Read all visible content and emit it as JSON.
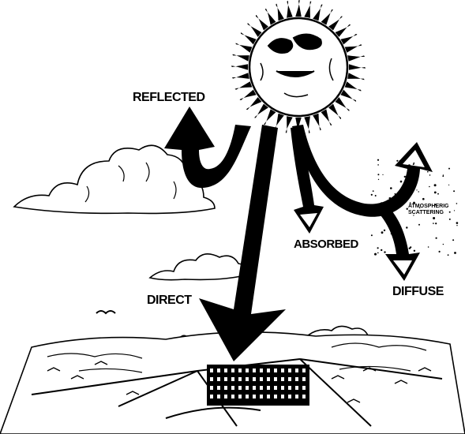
{
  "labels": {
    "reflected": "REFLECTED",
    "absorbed": "ABSORBED",
    "direct": "DIRECT",
    "diffuse": "DIFFUSE",
    "scattering_line1": "ATMOSPHERIC",
    "scattering_line2": "SCATTERING"
  },
  "colors": {
    "ink": "#000000",
    "paper": "#ffffff"
  }
}
